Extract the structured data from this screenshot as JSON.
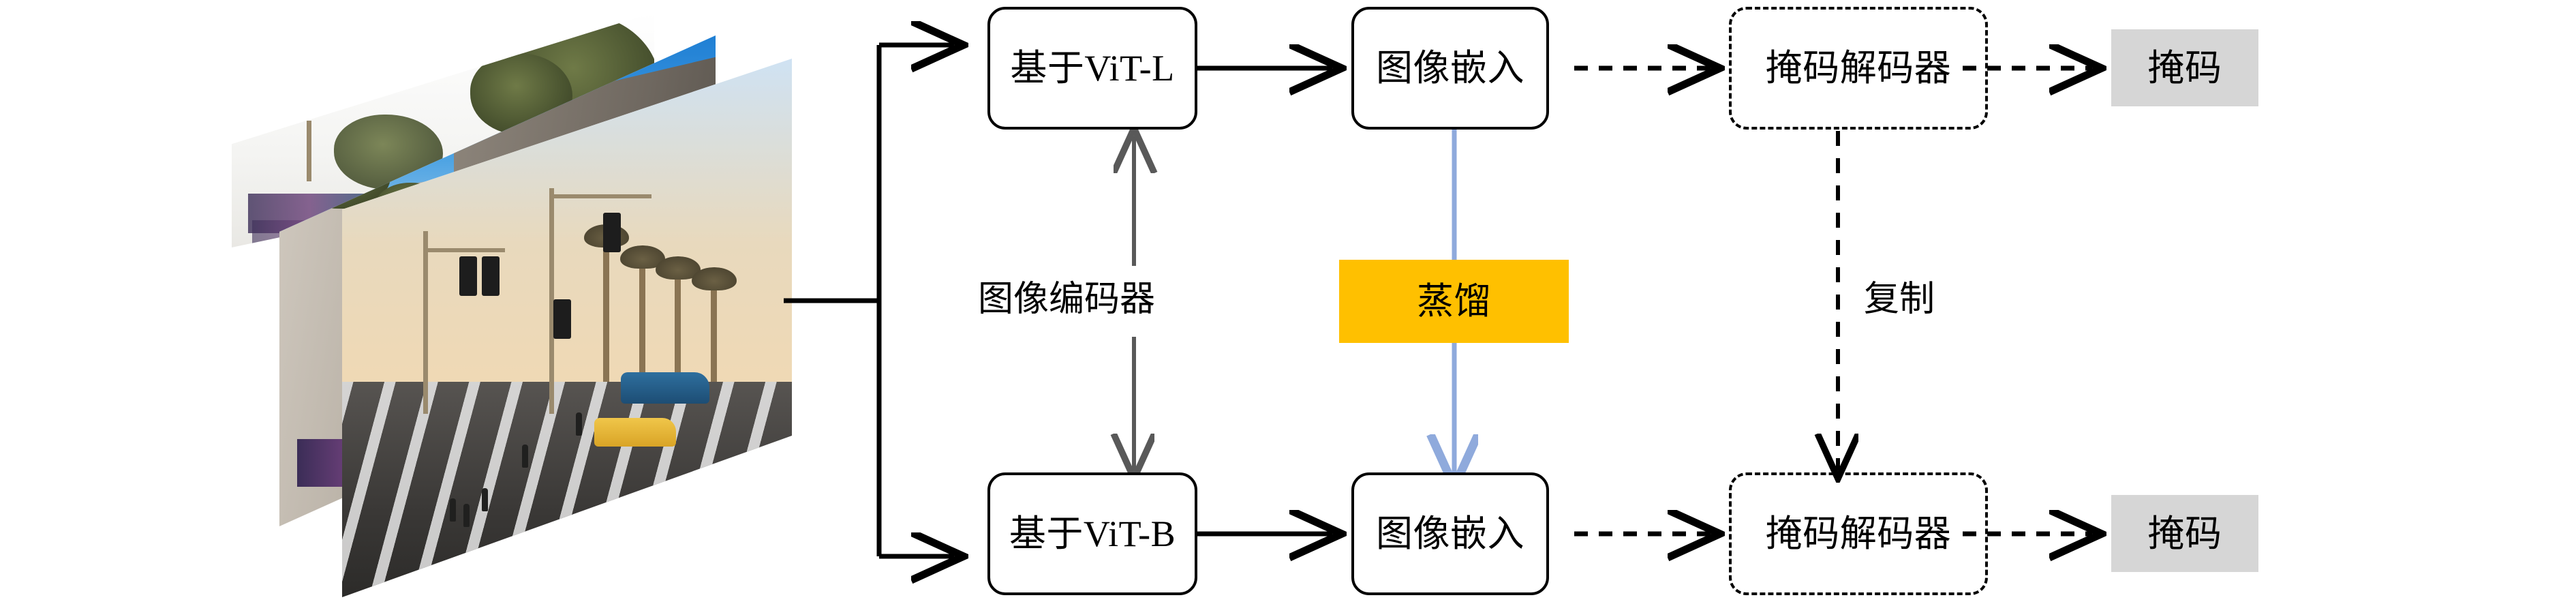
{
  "diagram": {
    "title": "图像编码器蒸馏架构图",
    "colors": {
      "amber": "#ffc000",
      "gray_mask": "#d6d6d6",
      "distill_arrow": "#8faadc",
      "encoder_arrow": "#595959",
      "stroke": "#000000",
      "background": "#ffffff"
    },
    "input": {
      "name": "image-stack",
      "count": 3,
      "photos": [
        {
          "id": "photo-back",
          "description": "树木与天空"
        },
        {
          "id": "photo-middle",
          "description": "建筑外立面"
        },
        {
          "id": "photo-front",
          "description": "街道景色与交通信号灯"
        }
      ]
    },
    "rows": [
      {
        "id": "teacher-row",
        "encoder": "基于ViT-L",
        "embedding": "图像嵌入",
        "decoder": "掩码解码器",
        "output": "掩码"
      },
      {
        "id": "student-row",
        "encoder": "基于ViT-B",
        "embedding": "图像嵌入",
        "decoder": "掩码解码器",
        "output": "掩码"
      }
    ],
    "annotations": {
      "encoder_label": "图像编码器",
      "distill_label": "蒸馏",
      "copy_label": "复制"
    }
  }
}
